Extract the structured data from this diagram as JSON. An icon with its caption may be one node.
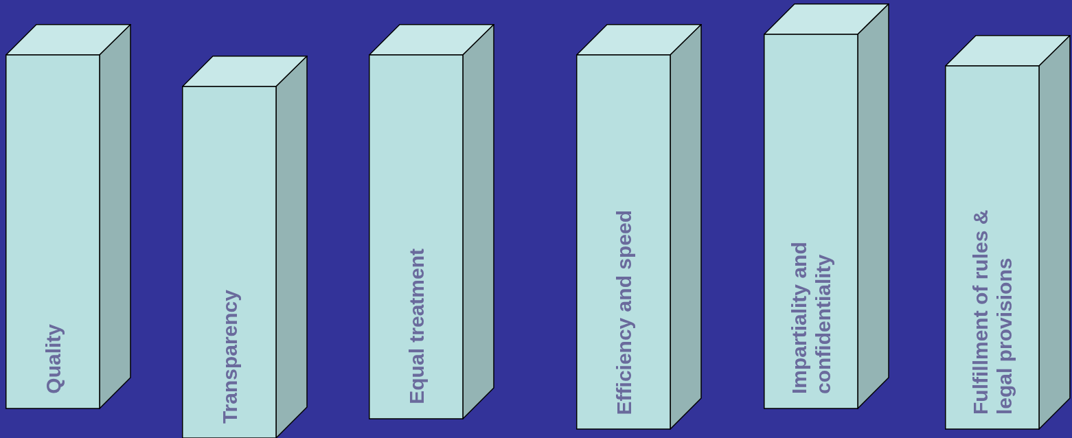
{
  "diagram": {
    "nodes": [
      {
        "text": [
          "Quality"
        ]
      },
      {
        "text": [
          "Transparency"
        ]
      },
      {
        "text": [
          "Equal treatment"
        ]
      },
      {
        "text": [
          "Efficiency and speed"
        ]
      },
      {
        "text": [
          "Impartiality and confidentiality"
        ]
      },
      {
        "text": [
          "Fulfillment of rules & legal provisions"
        ]
      }
    ]
  }
}
